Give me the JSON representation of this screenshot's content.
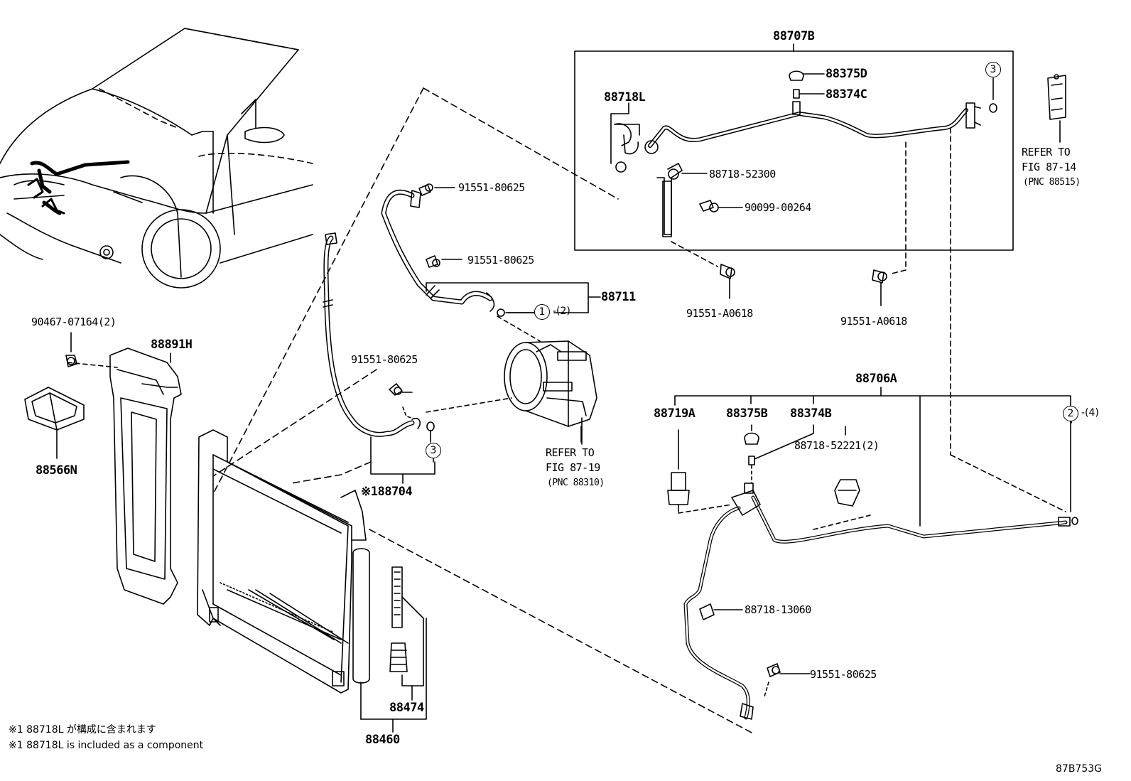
{
  "labels": {
    "p88707b": "88707B",
    "p88375d": "88375D",
    "p88374c": "88374C",
    "p88718l": "88718L",
    "p88718_52300": "88718-52300",
    "p90099_00264": "90099-00264",
    "p91551_a0618_a": "91551-A0618",
    "p91551_a0618_b": "91551-A0618",
    "p91551_80625_a": "91551-80625",
    "p91551_80625_b": "91551-80625",
    "p91551_80625_c": "91551-80625",
    "p91551_80625_d": "91551-80625",
    "p88711": "88711",
    "p90467": "90467-07164(2)",
    "p88891h": "88891H",
    "p88566n": "88566N",
    "p88704": "※188704",
    "p88706a": "88706A",
    "p88719a": "88719A",
    "p88375b": "88375B",
    "p88374b": "88374B",
    "p88718_52221": "88718-52221(2)",
    "p88718_13060": "88718-13060",
    "p88474": "88474",
    "p88460": "88460"
  },
  "refs": {
    "r1_a": "REFER TO",
    "r1_b": "FIG 87-14",
    "r1_c": "(PNC 88515)",
    "r2_a": "REFER TO",
    "r2_b": "FIG 87-19",
    "r2_c": "(PNC 88310)"
  },
  "callouts": {
    "c1": "1",
    "c1_qty": "-(2)",
    "c2": "2",
    "c2_qty": "-(4)",
    "c3_top": "3",
    "c3_mid": "3"
  },
  "notes": {
    "jp": "※1 88718L が構成に含まれます",
    "en": "※1 88718L  is included as a component",
    "fig_id": "87B753G"
  }
}
